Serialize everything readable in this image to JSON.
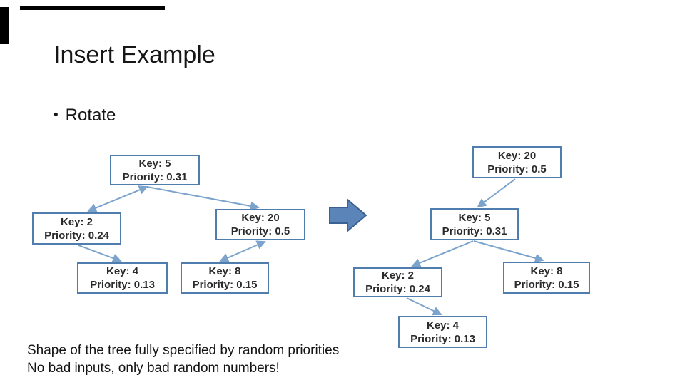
{
  "slide": {
    "title": "Insert Example",
    "bullet_glyph": "•",
    "bullet_text": "Rotate",
    "footer_line1": "Shape of the tree fully specified by random priorities",
    "footer_line2": "No bad inputs, only bad random numbers!"
  },
  "colors": {
    "node_border": "#4f7dad",
    "node_text": "#2b2b2b",
    "edge": "#7ba3cc",
    "transform_arrow_fill": "#5b85b9",
    "transform_arrow_border": "#3a6191",
    "text": "#161616"
  },
  "diagram": {
    "before": {
      "description": "treap before rotation",
      "nodes": {
        "root": {
          "key": "Key: 5",
          "priority": "Priority: 0.31"
        },
        "left": {
          "key": "Key: 2",
          "priority": "Priority: 0.24"
        },
        "right": {
          "key": "Key: 20",
          "priority": "Priority: 0.5"
        },
        "left_child": {
          "key": "Key: 4",
          "priority": "Priority: 0.13"
        },
        "right_child": {
          "key": "Key: 8",
          "priority": "Priority: 0.15"
        }
      },
      "edges": [
        {
          "from": "root",
          "to": "left",
          "arrowheads": "both"
        },
        {
          "from": "root",
          "to": "right",
          "arrowheads": "end"
        },
        {
          "from": "left",
          "to": "left_child",
          "arrowheads": "end"
        },
        {
          "from": "right",
          "to": "right_child",
          "arrowheads": "both"
        }
      ]
    },
    "after": {
      "description": "treap after rotation",
      "nodes": {
        "root": {
          "key": "Key: 20",
          "priority": "Priority: 0.5"
        },
        "child": {
          "key": "Key: 5",
          "priority": "Priority: 0.31"
        },
        "left": {
          "key": "Key: 2",
          "priority": "Priority: 0.24"
        },
        "right": {
          "key": "Key: 8",
          "priority": "Priority: 0.15"
        },
        "leftmost_child": {
          "key": "Key: 4",
          "priority": "Priority: 0.13"
        }
      },
      "edges": [
        {
          "from": "root",
          "to": "child",
          "arrowheads": "end"
        },
        {
          "from": "child",
          "to": "left",
          "arrowheads": "end"
        },
        {
          "from": "child",
          "to": "right",
          "arrowheads": "end"
        },
        {
          "from": "left",
          "to": "leftmost_child",
          "arrowheads": "end"
        }
      ]
    }
  }
}
